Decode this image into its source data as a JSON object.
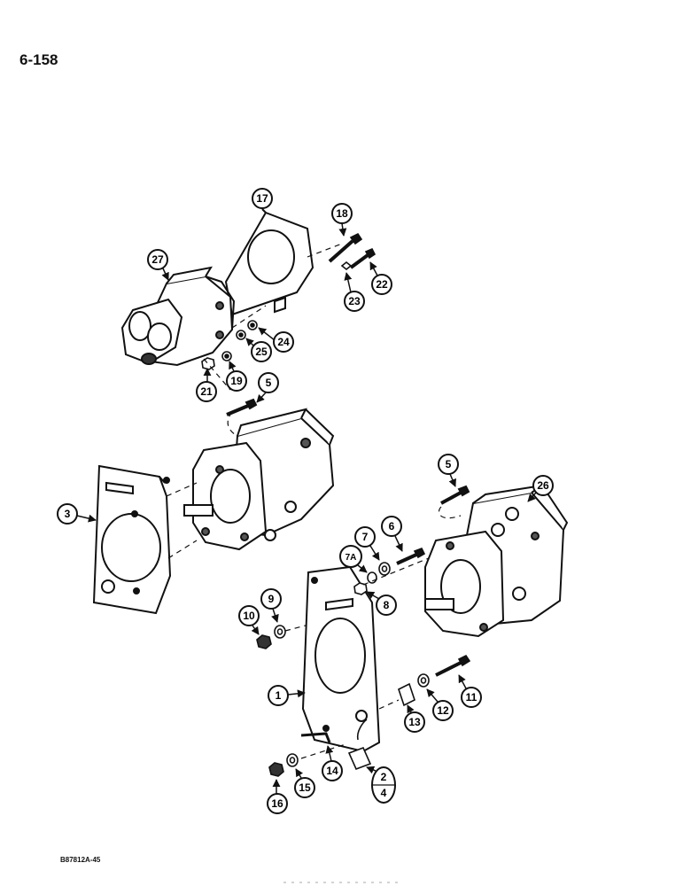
{
  "page_number": "6-158",
  "figure_id": "B87812A-45",
  "callouts": {
    "c1": "1",
    "c2": "2",
    "c4": "4",
    "c3": "3",
    "c5a": "5",
    "c5b": "5",
    "c6": "6",
    "c7": "7",
    "c7a": "7A",
    "c8": "8",
    "c9": "9",
    "c10": "10",
    "c11": "11",
    "c12": "12",
    "c13": "13",
    "c14": "14",
    "c15": "15",
    "c16": "16",
    "c17": "17",
    "c18": "18",
    "c19": "19",
    "c21": "21",
    "c22": "22",
    "c23": "23",
    "c24": "24",
    "c25": "25",
    "c26": "26",
    "c27": "27"
  },
  "colors": {
    "ink": "#111111",
    "shade": "#555555",
    "paper": "#ffffff"
  }
}
